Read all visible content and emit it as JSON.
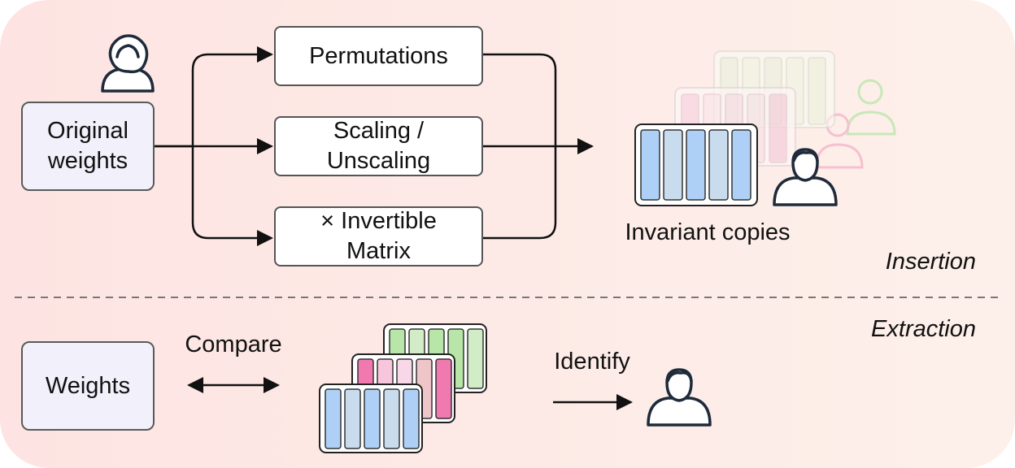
{
  "insertion": {
    "original_weights_label": "Original\nweights",
    "operations": [
      "Permutations",
      "Scaling /\nUnscaling",
      "× Invertible\nMatrix"
    ],
    "result_label": "Invariant copies",
    "section_label": "Insertion"
  },
  "extraction": {
    "section_label": "Extraction",
    "weights_label": "Weights",
    "compare_label": "Compare",
    "identify_label": "Identify"
  },
  "colors": {
    "blue_bar": "#aed0f7",
    "light_blue_bar": "#c8dcee",
    "green_bar": "#b8e6a8",
    "pink_bar": "#f07ab0",
    "background_tint": "#fde8e4",
    "arrow": "#111111"
  },
  "icons": [
    "person-female-icon",
    "person-icon",
    "weight-matrix-icon"
  ]
}
